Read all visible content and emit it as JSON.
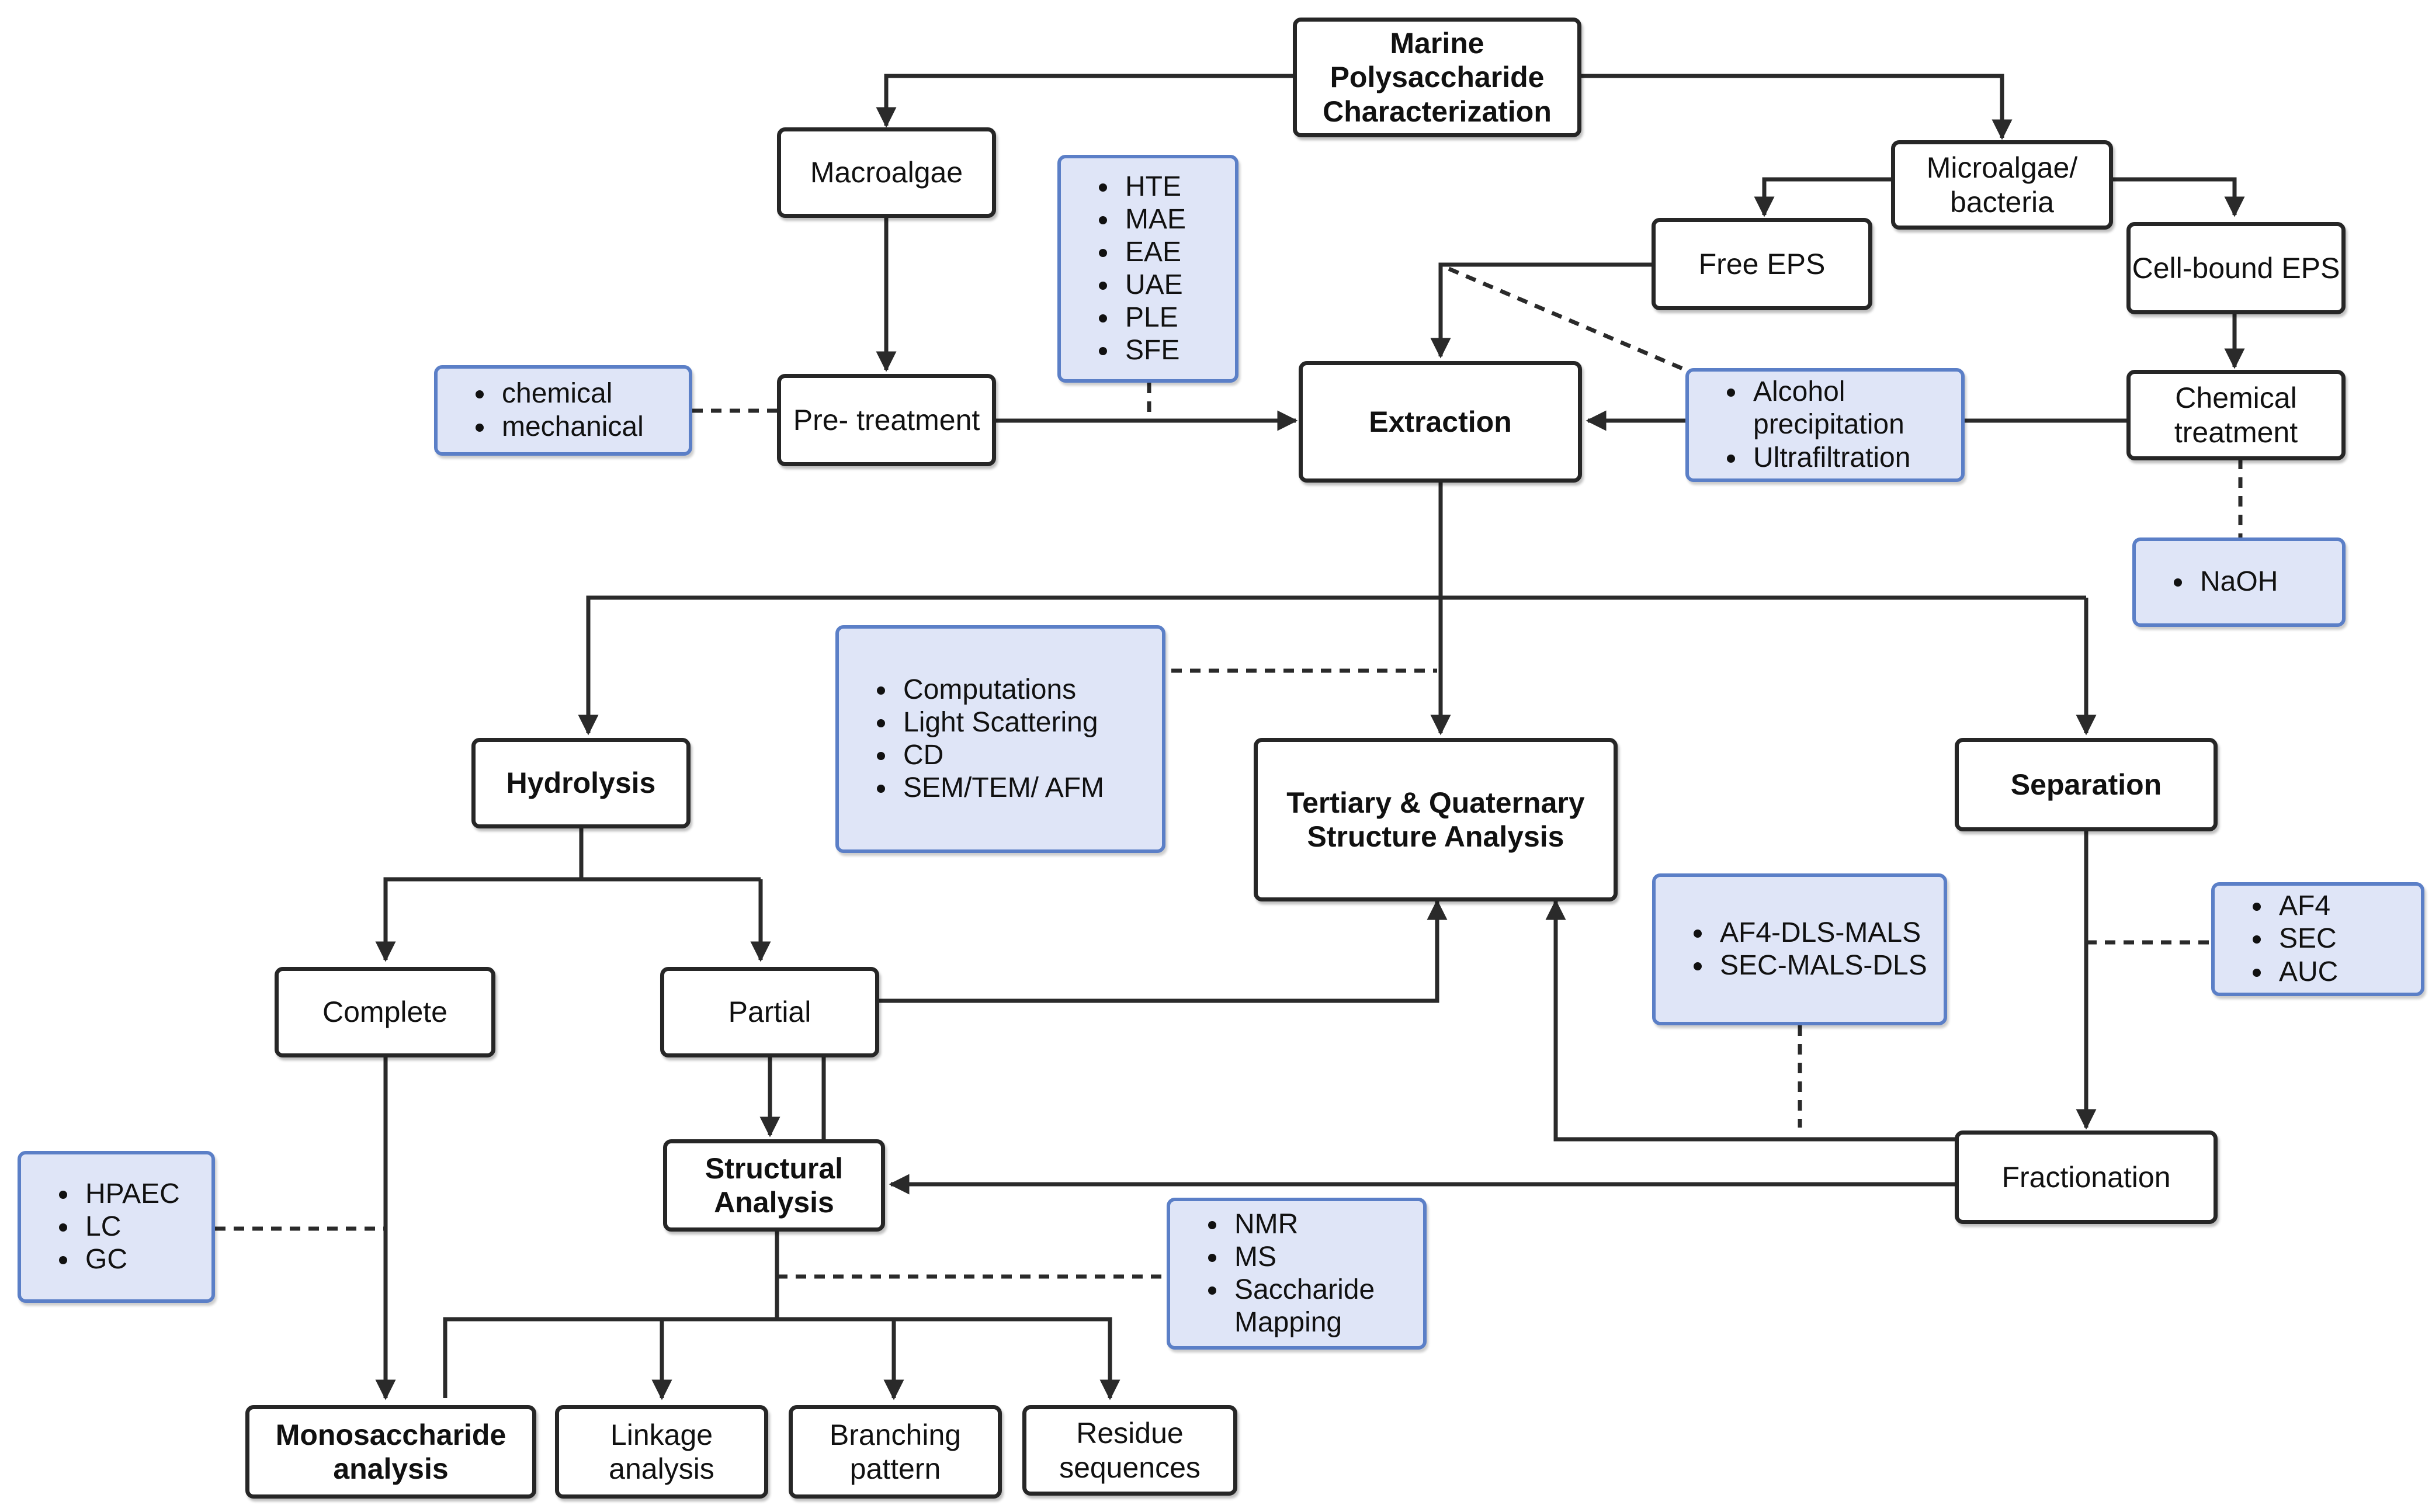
{
  "colors": {
    "box_border": "#262626",
    "note_fill": "#dfe5f7",
    "note_border": "#5b7fc7",
    "connector": "#2a2a2a"
  },
  "nodes": {
    "marine": "Marine Polysaccharide Characterization",
    "macroalgae": "Macroalgae",
    "microalgae": "Microalgae/ bacteria",
    "free_eps": "Free EPS",
    "cell_bound_eps": "Cell-bound EPS",
    "pretreatment": "Pre- treatment",
    "extraction": "Extraction",
    "chemical_treatment": "Chemical treatment",
    "hydrolysis": "Hydrolysis",
    "tertiary": "Tertiary & Quaternary Structure Analysis",
    "separation": "Separation",
    "complete": "Complete",
    "partial": "Partial",
    "structural": "Structural Analysis",
    "fractionation": "Fractionation",
    "monosaccharide": "Monosaccharide analysis",
    "linkage": "Linkage analysis",
    "branching": "Branching pattern",
    "residue": "Residue sequences"
  },
  "notes": {
    "extraction_methods": [
      "HTE",
      "MAE",
      "EAE",
      "UAE",
      "PLE",
      "SFE"
    ],
    "pretreatment_types": [
      "chemical",
      "mechanical"
    ],
    "precipitation": [
      "Alcohol precipitation",
      "Ultrafiltration"
    ],
    "naoh": [
      "NaOH"
    ],
    "higher_order": [
      "Computations",
      "Light Scattering",
      "CD",
      "SEM/TEM/ AFM"
    ],
    "hyphenated": [
      "AF4-DLS-MALS",
      "SEC-MALS-DLS"
    ],
    "separation_methods": [
      "AF4",
      "SEC",
      "AUC"
    ],
    "monosaccharide_methods": [
      "HPAEC",
      "LC",
      "GC"
    ],
    "structural_methods": [
      "NMR",
      "MS",
      "Saccharide Mapping"
    ]
  }
}
